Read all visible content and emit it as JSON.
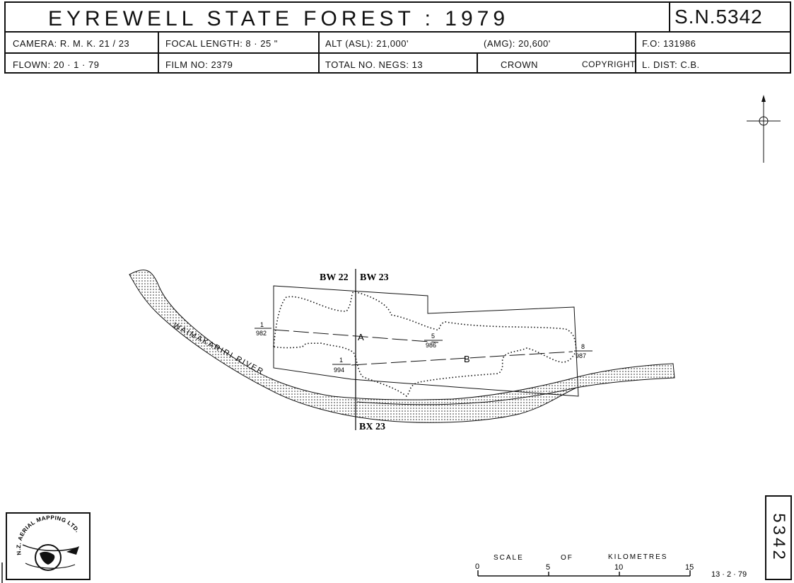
{
  "header": {
    "title": "EYREWELL   STATE   FOREST   :   1979",
    "survey_number": "S.N.5342",
    "camera": "CAMERA: R. M. K. 21 / 23",
    "focal_length": "FOCAL LENGTH: 8 · 25 \"",
    "alt_asl": "ALT (ASL): 21,000'",
    "alt_amg": "(AMG): 20,600'",
    "fo": "F.O: 131986",
    "flown": "FLOWN: 20 · 1 · 79",
    "film_no": "FILM NO: 2379",
    "total_negs": "TOTAL NO. NEGS: 13",
    "crown": "CROWN",
    "copyright": "COPYRIGHT",
    "l_dist": "L. DIST: C.B."
  },
  "map": {
    "sheet_labels": {
      "bw22": "BW 22",
      "bw23": "BW 23",
      "bx23": "BX 23"
    },
    "river_label": "WAIMAKARIRI    RIVER",
    "run_a": {
      "label": "A",
      "start_top": "1",
      "start_bottom": "982",
      "end_top": "5",
      "end_bottom": "986"
    },
    "run_b": {
      "label": "B",
      "start_top": "1",
      "start_bottom": "994",
      "end_top": "8",
      "end_bottom": "987"
    }
  },
  "footer": {
    "logo_text": "N.Z. AERIAL MAPPING LTD.",
    "scale_caption": [
      "SCALE",
      "OF",
      "KILOMETRES"
    ],
    "scale_ticks": [
      "0",
      "5",
      "10",
      "15"
    ],
    "date": "13 · 2 · 79",
    "sheet_vertical": "5342"
  }
}
